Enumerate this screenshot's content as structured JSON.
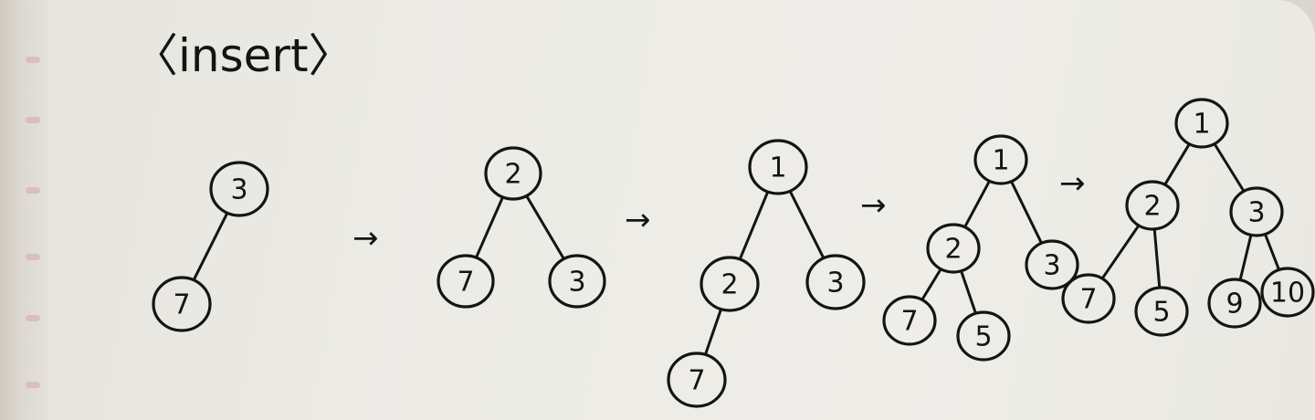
{
  "title": "〈insert〉",
  "arrow_glyph": "→",
  "colors": {
    "ink": "#141414",
    "paper": "#eeede8",
    "binding_stitch": "#d8b9bd"
  },
  "trees": [
    {
      "nodes": [
        {
          "id": "a",
          "label": "3"
        },
        {
          "id": "b",
          "label": "7"
        }
      ],
      "edges": [
        [
          "a",
          "b"
        ]
      ]
    },
    {
      "nodes": [
        {
          "id": "a",
          "label": "2"
        },
        {
          "id": "b",
          "label": "7"
        },
        {
          "id": "c",
          "label": "3"
        }
      ],
      "edges": [
        [
          "a",
          "b"
        ],
        [
          "a",
          "c"
        ]
      ]
    },
    {
      "nodes": [
        {
          "id": "a",
          "label": "1"
        },
        {
          "id": "b",
          "label": "2"
        },
        {
          "id": "c",
          "label": "3"
        },
        {
          "id": "d",
          "label": "7"
        }
      ],
      "edges": [
        [
          "a",
          "b"
        ],
        [
          "a",
          "c"
        ],
        [
          "b",
          "d"
        ]
      ]
    },
    {
      "nodes": [
        {
          "id": "a",
          "label": "1"
        },
        {
          "id": "b",
          "label": "2"
        },
        {
          "id": "c",
          "label": "3"
        },
        {
          "id": "d",
          "label": "7"
        },
        {
          "id": "e",
          "label": "5"
        }
      ],
      "edges": [
        [
          "a",
          "b"
        ],
        [
          "a",
          "c"
        ],
        [
          "b",
          "d"
        ],
        [
          "b",
          "e"
        ]
      ]
    },
    {
      "nodes": [
        {
          "id": "a",
          "label": "1"
        },
        {
          "id": "b",
          "label": "2"
        },
        {
          "id": "c",
          "label": "3"
        },
        {
          "id": "d",
          "label": "7"
        },
        {
          "id": "e",
          "label": "5"
        },
        {
          "id": "f",
          "label": "9"
        },
        {
          "id": "g",
          "label": "10"
        }
      ],
      "edges": [
        [
          "a",
          "b"
        ],
        [
          "a",
          "c"
        ],
        [
          "b",
          "d"
        ],
        [
          "b",
          "e"
        ],
        [
          "c",
          "f"
        ],
        [
          "c",
          "g"
        ]
      ]
    }
  ]
}
